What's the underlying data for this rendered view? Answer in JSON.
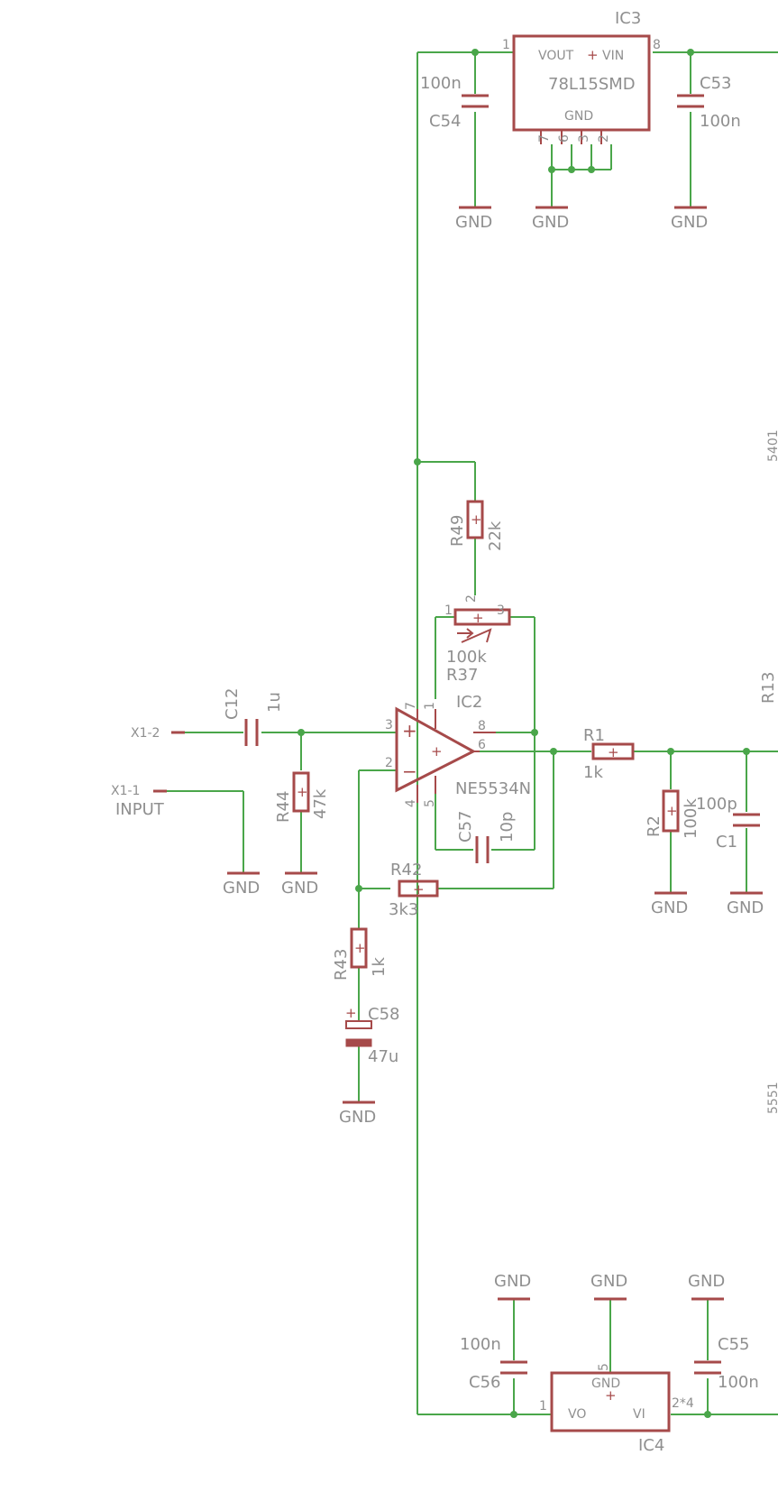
{
  "ic3": {
    "name": "IC3",
    "value": "78L15SMD",
    "pin_vout": "VOUT",
    "pin_vin": "VIN",
    "pin_gnd": "GND",
    "pin1": "1",
    "pin8": "8",
    "pins_gnd": [
      "7",
      "6",
      "3",
      "2"
    ],
    "plus": "+"
  },
  "c54": {
    "name": "C54",
    "value": "100n"
  },
  "c53": {
    "name": "C53",
    "value": "100n"
  },
  "gnd": "GND",
  "r49": {
    "name": "R49",
    "value": "22k"
  },
  "r37": {
    "name": "R37",
    "value": "100k",
    "pin1": "1",
    "pin2": "2",
    "pin3": "3"
  },
  "ic2": {
    "name": "IC2",
    "value": "NE5534N",
    "pin7": "7",
    "pin1": "1",
    "pin3": "3",
    "pin2": "2",
    "pin4": "4",
    "pin5": "5",
    "pin8": "8",
    "pin6": "6",
    "plus": "+",
    "minus": "−"
  },
  "c12": {
    "name": "C12",
    "value": "1u"
  },
  "x1_2": "X1-2",
  "x1_1": "X1-1",
  "input": "INPUT",
  "r44": {
    "name": "R44",
    "value": "47k"
  },
  "c57": {
    "name": "C57",
    "value": "10p"
  },
  "r42": {
    "name": "R42",
    "value": "3k3"
  },
  "r43": {
    "name": "R43",
    "value": "1k"
  },
  "c58": {
    "name": "C58",
    "value": "47u",
    "plus": "+"
  },
  "r1": {
    "name": "R1",
    "value": "1k"
  },
  "r2": {
    "name": "R2",
    "value": "100k"
  },
  "c1": {
    "name": "C1",
    "value": "100p"
  },
  "r13": "R13",
  "edge_5401": "5401",
  "edge_5551": "5551",
  "c56": {
    "name": "C56",
    "value": "100n"
  },
  "c55": {
    "name": "C55",
    "value": "100n"
  },
  "ic4": {
    "name": "IC4",
    "pin_vo": "VO",
    "pin_vi": "VI",
    "pin_gnd": "GND",
    "pin1": "1",
    "pin5": "5",
    "pin24": "2*4",
    "plus": "+"
  }
}
